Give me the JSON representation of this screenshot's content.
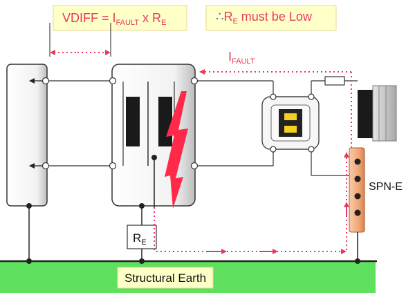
{
  "formula": {
    "lhs": "VDIFF = I",
    "i_sub": "FAULT",
    "mult": " x R",
    "r_sub": "E"
  },
  "conclusion": {
    "symbol": "∴",
    "r": "R",
    "r_sub": "E",
    "text": " must be Low"
  },
  "fault_current": {
    "i": "I",
    "i_sub": "FAULT"
  },
  "resistor": {
    "r": "R",
    "r_sub": "E"
  },
  "terminal_bar_label": "SPN-E",
  "ground_label": "Structural Earth",
  "colors": {
    "highlight_box": "#ffffc8",
    "highlight_border": "#e8d890",
    "fault_path": "#e83a5c",
    "ground_fill": "#5fe05f",
    "lightning": "#ff2a4a",
    "terminal_bar": "#f0a878"
  }
}
